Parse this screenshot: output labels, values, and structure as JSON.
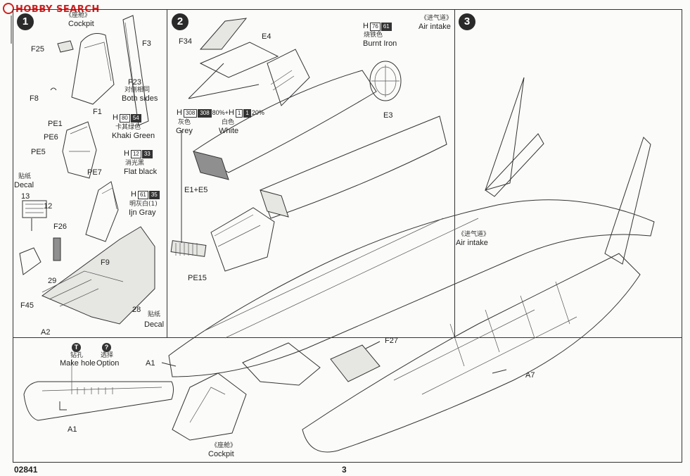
{
  "watermark": "HOBBY SEARCH",
  "steps": [
    "1",
    "2",
    "3"
  ],
  "step1": {
    "labels": {
      "cockpit_cn": "《座舱》",
      "cockpit": "Cockpit",
      "f3": "F3",
      "f25": "F25",
      "f23": "F23",
      "both_sides_cn": "对侧相同",
      "both_sides": "Both sides",
      "f8": "F8",
      "f1": "F1",
      "pe1": "PE1",
      "pe6": "PE6",
      "pe5": "PE5",
      "pe7": "PE7",
      "decal_cn": "贴纸",
      "decal": "Decal",
      "n13": "13",
      "n12": "12",
      "f26": "F26",
      "f9": "F9",
      "n29": "29",
      "f45": "F45",
      "n28": "28",
      "decal2_cn": "贴纸",
      "decal2": "Decal",
      "a2": "A2"
    },
    "paints": {
      "khaki": {
        "h": "H",
        "c1": "80",
        "c2": "54",
        "cn": "卡其绿色",
        "en": "Khaki Green"
      },
      "flatblack": {
        "h": "H",
        "c1": "12",
        "c2": "33",
        "cn": "消光黑",
        "en": "Flat black"
      },
      "ijngray": {
        "h": "H",
        "c1": "61",
        "c2": "35",
        "cn": "明灰白(1)",
        "en": "Ijn Gray"
      }
    }
  },
  "step2": {
    "labels": {
      "f34": "F34",
      "e4": "E4",
      "grey_cn": "灰色",
      "grey": "Grey",
      "white_cn": "白色",
      "white": "White",
      "e1e5": "E1+E5",
      "pe15": "PE15",
      "e3": "E3",
      "air_cn": "《进气道》",
      "air": "Air intake"
    },
    "paints": {
      "mix": {
        "h": "H",
        "c1": "308",
        "c2": "308",
        "pct1": "80%+",
        "h2": "H",
        "c3": "1",
        "c4": "1",
        "pct2": "20%"
      },
      "burnt": {
        "h": "H",
        "c1": "76",
        "c2": "61",
        "cn": "烧铁色",
        "en": "Burnt Iron"
      }
    }
  },
  "step3": {
    "labels": {
      "air_cn": "《进气道》",
      "air": "Air intake",
      "a1": "A1",
      "f27": "F27",
      "a7": "A7",
      "cockpit_cn": "《座舱》",
      "cockpit": "Cockpit"
    }
  },
  "legend": {
    "makehole_cn": "钻孔",
    "makehole": "Make hole",
    "option_cn": "选择",
    "option": "Option",
    "a1": "A1",
    "icon_hole": "T",
    "icon_option": "?"
  },
  "footer": {
    "code": "02841",
    "page": "3"
  },
  "colors": {
    "frame": "#333333",
    "ink": "#222222",
    "watermark": "#cc2222"
  }
}
